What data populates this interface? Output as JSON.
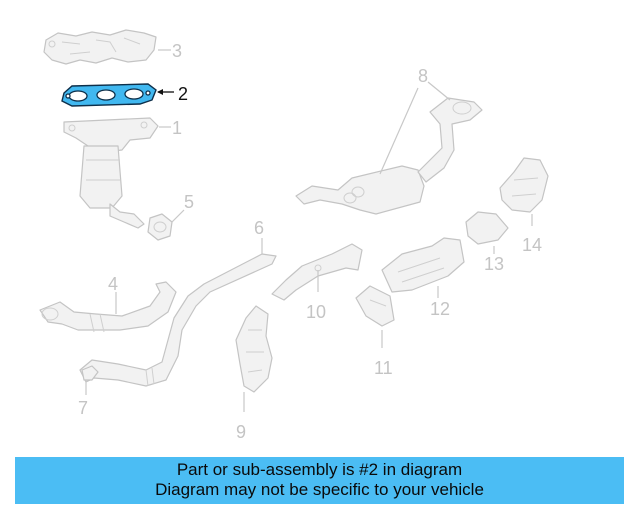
{
  "diagram": {
    "callouts": [
      "1",
      "2",
      "3",
      "4",
      "5",
      "6",
      "7",
      "8",
      "9",
      "10",
      "11",
      "12",
      "13",
      "14"
    ],
    "highlighted_part": "2",
    "colors": {
      "highlight": "#41b8f0",
      "banner": "#4bbdf4",
      "part_stroke": "#c4c4c4",
      "label_muted": "#c4c4c4"
    }
  },
  "banner": {
    "line1": "Part or sub-assembly is #2 in diagram",
    "line2": "Diagram may not be specific to your vehicle"
  }
}
